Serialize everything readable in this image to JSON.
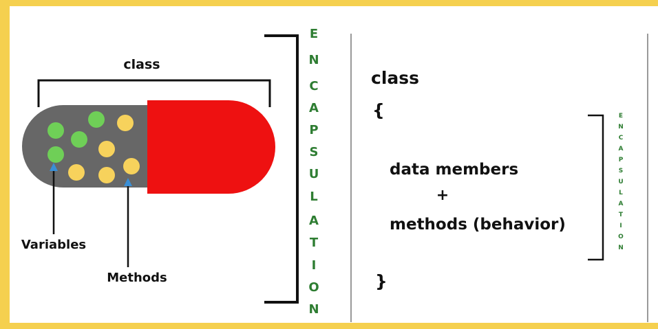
{
  "diagram": {
    "capsule_label": "class",
    "pointer_labels": {
      "variables": "Variables",
      "methods": "Methods"
    },
    "encapsulation_big": [
      "E",
      "N",
      "C",
      "A",
      "P",
      "S",
      "U",
      "L",
      "A",
      "T",
      "I",
      "O",
      "N"
    ],
    "encapsulation_small": [
      "E",
      "N",
      "C",
      "A",
      "P",
      "S",
      "U",
      "L",
      "A",
      "T",
      "I",
      "O",
      "N"
    ],
    "code": {
      "keyword": "class",
      "open_brace": "{",
      "line1": "data members",
      "plus": "+",
      "line2": "methods (behavior)",
      "close_brace": "}"
    },
    "colors": {
      "frame": "#f5d04f",
      "capsule_grey": "#676767",
      "capsule_red": "#ee1111",
      "green_dot": "#6fcf57",
      "yellow_dot": "#f7d25c",
      "arrow_blue": "#3a8fd6",
      "encapsulation_text": "#2e7d32"
    }
  }
}
